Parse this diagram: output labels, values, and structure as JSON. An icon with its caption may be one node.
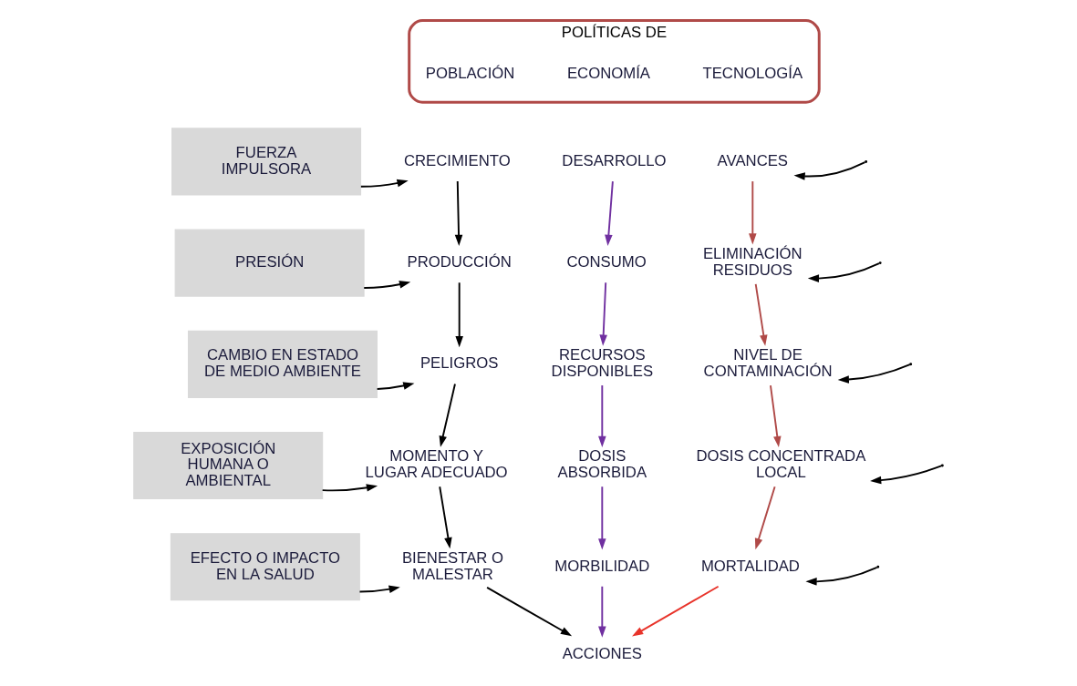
{
  "diagram": {
    "nodes": [
      {
        "text": [
          "POLÍTICAS DE"
        ]
      },
      {
        "text": [
          "POBLACIÓN"
        ],
        "in": 0
      },
      {
        "text": [
          "ECONOMÍA"
        ],
        "in": 0
      },
      {
        "text": [
          "TECNOLOGÍA"
        ],
        "in": 0
      },
      {
        "text": [
          "FUERZA IMPULSORA"
        ]
      },
      {
        "text": [
          "PRESIÓN"
        ]
      },
      {
        "text": [
          "CAMBIO EN ESTADO DE MEDIO AMBIENTE"
        ]
      },
      {
        "text": [
          "EXPOSICIÓN HUMANA O AMBIENTAL"
        ]
      },
      {
        "text": [
          "EFECTO O IMPACTO EN LA SALUD"
        ]
      },
      {
        "text": [
          "CRECIMIENTO"
        ]
      },
      {
        "text": [
          "PRODUCCIÓN"
        ]
      },
      {
        "text": [
          "PELIGROS"
        ]
      },
      {
        "text": [
          "MOMENTO Y LUGAR ADECUADO"
        ]
      },
      {
        "text": [
          "BIENESTAR O MALESTAR"
        ]
      },
      {
        "text": [
          "DESARROLLO"
        ]
      },
      {
        "text": [
          "CONSUMO"
        ]
      },
      {
        "text": [
          "RECURSOS DISPONIBLES"
        ]
      },
      {
        "text": [
          "DOSIS ABSORBIDA"
        ]
      },
      {
        "text": [
          "MORBILIDAD"
        ]
      },
      {
        "text": [
          "AVANCES"
        ]
      },
      {
        "text": [
          "ELIMINACIÓN RESIDUOS"
        ]
      },
      {
        "text": [
          "NIVEL DE CONTAMINACIÓN"
        ]
      },
      {
        "text": [
          "DOSIS CONCENTRADA LOCAL"
        ]
      },
      {
        "text": [
          "MORTALIDAD"
        ]
      },
      {
        "text": [
          "ACCIONES"
        ]
      }
    ],
    "edges": [
      {
        "from": 4,
        "to": 9,
        "arrow": "to"
      },
      {
        "from": 5,
        "to": 10,
        "arrow": "to"
      },
      {
        "from": 6,
        "to": 11,
        "arrow": "to"
      },
      {
        "from": 7,
        "to": 12,
        "arrow": "to"
      },
      {
        "from": 8,
        "to": 13,
        "arrow": "to"
      },
      {
        "from": 9,
        "to": 10,
        "arrow": "to"
      },
      {
        "from": 10,
        "to": 11,
        "arrow": "to"
      },
      {
        "from": 11,
        "to": 12,
        "arrow": "to"
      },
      {
        "from": 12,
        "to": 13,
        "arrow": "to"
      },
      {
        "from": 14,
        "to": 15,
        "arrow": "to",
        "color": "#7030a0"
      },
      {
        "from": 15,
        "to": 16,
        "arrow": "to",
        "color": "#7030a0"
      },
      {
        "from": 16,
        "to": 17,
        "arrow": "to",
        "color": "#7030a0"
      },
      {
        "from": 17,
        "to": 18,
        "arrow": "to",
        "color": "#7030a0"
      },
      {
        "from": 19,
        "to": 20,
        "arrow": "to",
        "color": "#b04a48"
      },
      {
        "from": 20,
        "to": 21,
        "arrow": "to",
        "color": "#b04a48"
      },
      {
        "from": 21,
        "to": 22,
        "arrow": "to",
        "color": "#b04a48"
      },
      {
        "from": 22,
        "to": 23,
        "arrow": "to",
        "color": "#b04a48"
      },
      {
        "from": 13,
        "to": 24,
        "arrow": "to"
      },
      {
        "from": 18,
        "to": 24,
        "arrow": "to",
        "color": "#7030a0"
      },
      {
        "from": 23,
        "to": 24,
        "arrow": "to",
        "color": "#e8332a"
      },
      {
        "from": null,
        "to": 19,
        "arrow": "to"
      },
      {
        "from": null,
        "to": 20,
        "arrow": "to"
      },
      {
        "from": null,
        "to": 21,
        "arrow": "to"
      },
      {
        "from": null,
        "to": 22,
        "arrow": "to"
      },
      {
        "from": null,
        "to": 23,
        "arrow": "to"
      }
    ]
  }
}
